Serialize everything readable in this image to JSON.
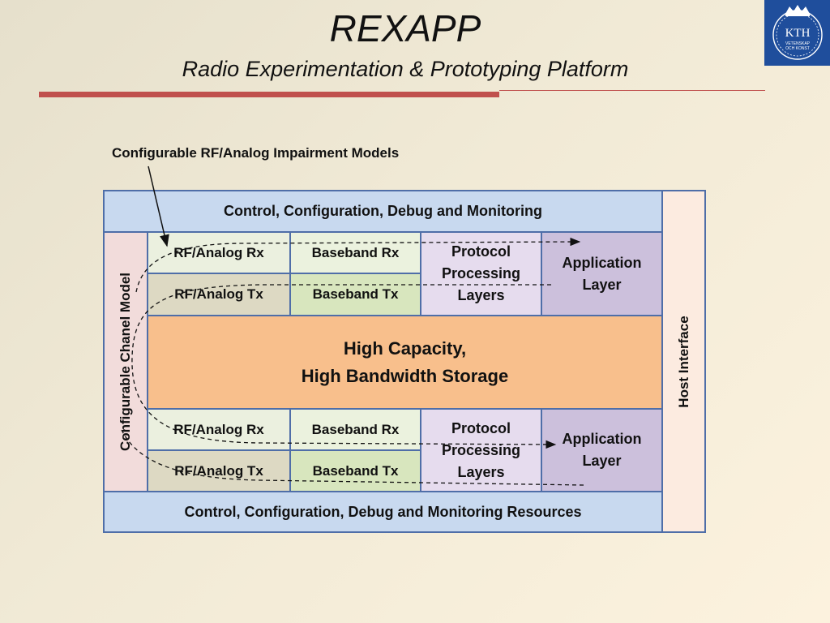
{
  "header": {
    "title": "REXAPP",
    "subtitle": "Radio Experimentation & Prototyping Platform"
  },
  "logo": {
    "icon": "kth-crown-logo-icon",
    "text": "KTH",
    "motto": "VETENSKAP OCH KONST",
    "bg": "#1f4e9c"
  },
  "callout_label": "Configurable RF/Analog Impairment Models",
  "diagram": {
    "top_control": "Control, Configuration, Debug and Monitoring",
    "bottom_control": "Control, Configuration,  Debug and Monitoring Resources",
    "channel_model": "Configurable Chanel Model",
    "host_interface": "Host Interface",
    "storage": {
      "line1": "High Capacity,",
      "line2": "High Bandwidth Storage"
    },
    "upper": {
      "rf_rx": "RF/Analog Rx",
      "rf_tx": "RF/Analog Tx",
      "bb_rx": "Baseband Rx",
      "bb_tx": "Baseband Tx",
      "protocol": {
        "l1": "Protocol",
        "l2": "Processing",
        "l3": "Layers"
      },
      "app": {
        "l1": "Application",
        "l2": "Layer"
      }
    },
    "lower": {
      "rf_rx": "RF/Analog Rx",
      "rf_tx": "RF/Analog Tx",
      "bb_rx": "Baseband Rx",
      "bb_tx": "Baseband Tx",
      "protocol": {
        "l1": "Protocol",
        "l2": "Processing",
        "l3": "Layers"
      },
      "app": {
        "l1": "Application",
        "l2": "Layer"
      }
    }
  },
  "colors": {
    "accent_rule": "#c0504d",
    "border": "#4f6ea8",
    "control": "#c8d9ef",
    "channel": "#f2dcdb",
    "host": "#fcebe0",
    "rf_rx": "#ebf0df",
    "rf_tx": "#ddd9c3",
    "bb_rx": "#ebf2de",
    "bb_tx": "#d8e6be",
    "storage": "#f8bf8c"
  }
}
